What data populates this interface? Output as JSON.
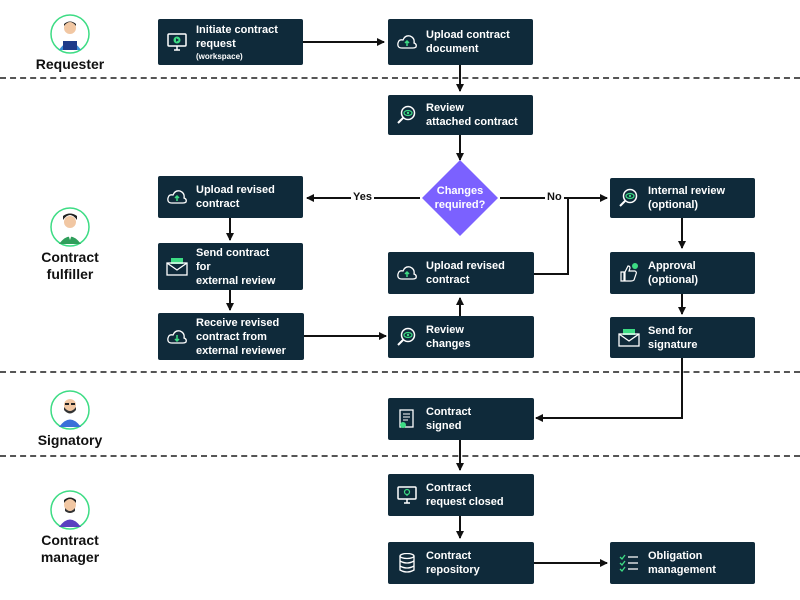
{
  "lanes": [
    {
      "label": "Requester"
    },
    {
      "label": "Contract\nfulfiller"
    },
    {
      "label": "Signatory"
    },
    {
      "label": "Contract\nmanager"
    }
  ],
  "nodes": {
    "initiate": {
      "label": "Initiate contract\nrequest",
      "sub": "(workspace)",
      "icon": "monitor-play-icon"
    },
    "upload_doc": {
      "label": "Upload contract\ndocument",
      "icon": "cloud-upload-icon"
    },
    "review_attached": {
      "label": "Review\nattached contract",
      "icon": "magnifier-eye-icon"
    },
    "decision": {
      "label": "Changes\nrequired?"
    },
    "upload_revised_left": {
      "label": "Upload revised\ncontract",
      "icon": "cloud-upload-icon"
    },
    "send_external": {
      "label": "Send contract\nfor\nexternal review",
      "icon": "envelope-icon"
    },
    "receive_revised": {
      "label": "Receive revised\ncontract from\nexternal reviewer",
      "icon": "cloud-download-icon"
    },
    "review_changes": {
      "label": "Review\nchanges",
      "icon": "magnifier-eye-icon"
    },
    "upload_revised_mid": {
      "label": "Upload revised\ncontract",
      "icon": "cloud-upload-icon"
    },
    "internal_review": {
      "label": "Internal review\n(optional)",
      "icon": "magnifier-eye-icon"
    },
    "approval": {
      "label": "Approval\n(optional)",
      "icon": "thumbs-up-icon"
    },
    "send_signature": {
      "label": "Send for\nsignature",
      "icon": "envelope-icon"
    },
    "contract_signed": {
      "label": "Contract\nsigned",
      "icon": "signed-document-icon"
    },
    "request_closed": {
      "label": "Contract\nrequest closed",
      "icon": "monitor-lightbulb-icon"
    },
    "repository": {
      "label": "Contract\nrepository",
      "icon": "database-icon"
    },
    "obligation": {
      "label": "Obligation\nmanagement",
      "icon": "checklist-icon"
    }
  },
  "edge_labels": {
    "yes": "Yes",
    "no": "No"
  },
  "colors": {
    "node_bg": "#0f2a3a",
    "decision": "#7b61ff",
    "accent": "#3ddc84",
    "line": "#111111"
  }
}
